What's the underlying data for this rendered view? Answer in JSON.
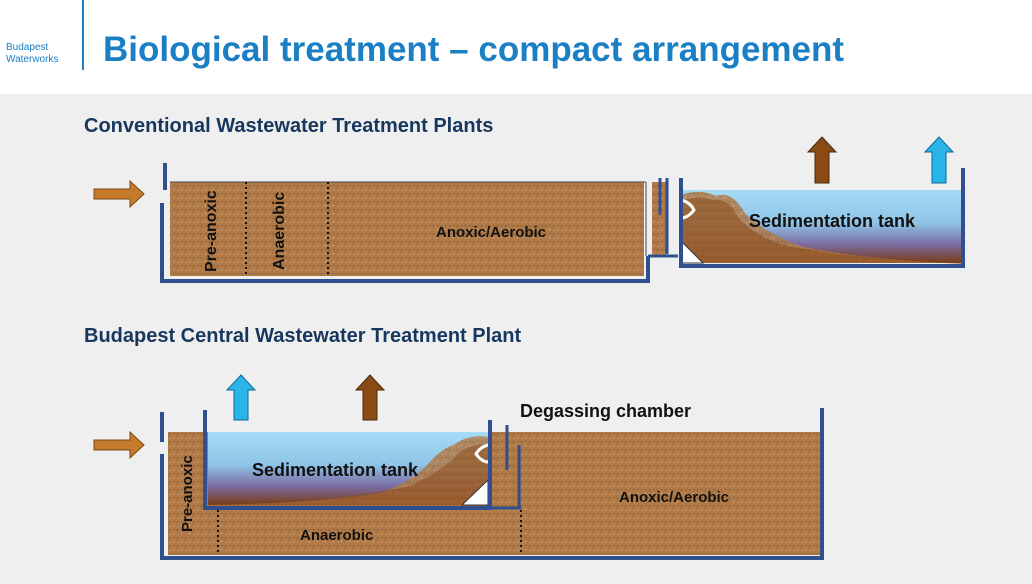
{
  "header": {
    "brand_line1": "Budapest",
    "brand_line2": "Waterworks",
    "title": "Biological treatment – compact arrangement"
  },
  "conventional": {
    "heading": "Conventional Wastewater Treatment Plants",
    "zone_preanoxic": "Pre-anoxic",
    "zone_anaerobic": "Anaerobic",
    "zone_anoxic_aerobic": "Anoxic/Aerobic",
    "sedimentation": "Sedimentation tank"
  },
  "central": {
    "heading": "Budapest Central Wastewater Treatment Plant",
    "sedimentation": "Sedimentation tank",
    "degassing": "Degassing chamber",
    "zone_anoxic_aerobic": "Anoxic/Aerobic",
    "zone_preanoxic": "Pre-anoxic",
    "zone_anaerobic": "Anaerobic"
  },
  "colors": {
    "brand_blue": "#1a7fc4",
    "heading_navy": "#17375e",
    "wall_blue": "#2f4f8f",
    "sludge_brown": "#b07a48",
    "water_blue": "#8fcdf2",
    "arrow_brown": "#8a4a14",
    "arrow_cyan": "#29b5e8",
    "inflow_arrow": "#c57a2c"
  }
}
